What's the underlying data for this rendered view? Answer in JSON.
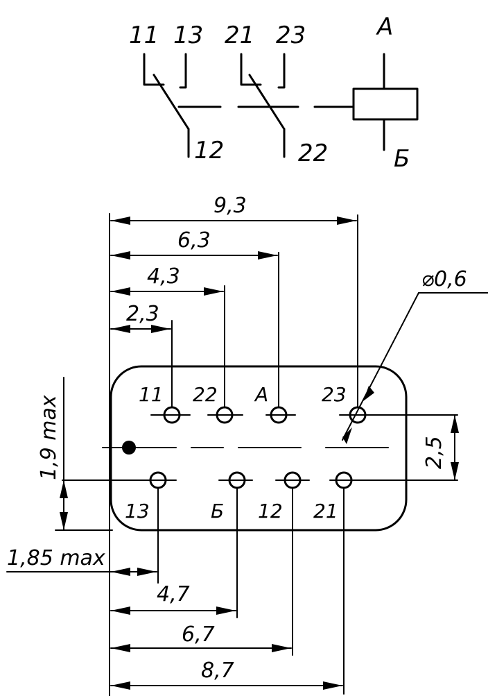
{
  "schematic": {
    "contact_group_1": {
      "common": "11",
      "no": "13",
      "nc": "12"
    },
    "contact_group_2": {
      "common": "21",
      "no": "23",
      "nc": "22"
    },
    "coil": {
      "top": "А",
      "bottom": "Б"
    }
  },
  "layout_view": {
    "top_pins": [
      "11",
      "22",
      "А",
      "23"
    ],
    "bottom_pins": [
      "13",
      "Б",
      "12",
      "21"
    ],
    "top_dims": [
      "9,3",
      "6,3",
      "4,3",
      "2,3"
    ],
    "bottom_dims": [
      "4,7",
      "6,7",
      "8,7"
    ],
    "diameter": "⌀0,6",
    "row_spacing": "2,5",
    "height_max": "1,9 max",
    "offset_max": "1,85 max"
  }
}
